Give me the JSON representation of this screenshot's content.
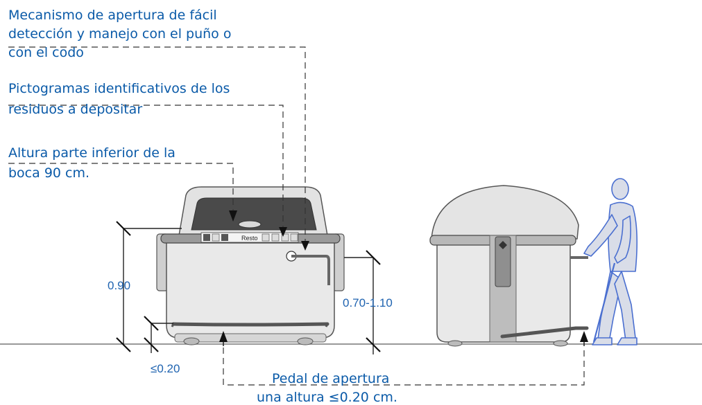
{
  "annotations": {
    "opening_mechanism": [
      "Mecanismo de apertura de fácil",
      "detección y manejo con el puño o",
      "con el codo"
    ],
    "pictograms": [
      "Pictogramas identificativos de los",
      "residuos a depositar"
    ],
    "mouth_height": [
      "Altura parte inferior de la",
      "boca 90 cm."
    ],
    "pedal": [
      "Pedal de apertura",
      "una altura ≤0.20 cm."
    ]
  },
  "dimensions": {
    "mouth_height": "0.90",
    "pedal_height": "≤0.20",
    "handle_height": "0.70-1.10"
  },
  "pictogram_label": "Resto"
}
